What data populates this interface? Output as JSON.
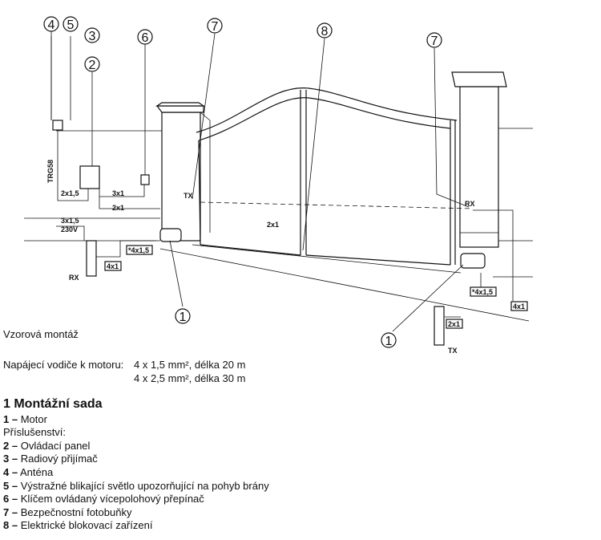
{
  "diagram": {
    "callouts": [
      "4",
      "5",
      "3",
      "2",
      "6",
      "7",
      "8",
      "7",
      "1",
      "1"
    ],
    "labels": {
      "trg58": "TRG58",
      "c2x15": "2x1,5",
      "c3x1": "3x1",
      "c2x1a": "2x1",
      "c3x15": "3x1,5",
      "v230": "230V",
      "tx_left": "TX",
      "rx_left": "RX",
      "c4x15_left": "*4x1,5",
      "c4x1_left": "4x1",
      "c2x1b": "2x1",
      "rx_right": "RX",
      "c4x15_right": "*4x1,5",
      "c4x1_right": "4x1",
      "c2x1c": "2x1",
      "tx_right": "TX"
    }
  },
  "caption": "Vzorová montáž",
  "power": {
    "label": "Napájecí vodiče k motoru:",
    "lines": [
      "4 x 1,5 mm², délka 20 m",
      "4 x 2,5 mm², délka 30 m"
    ]
  },
  "kit": {
    "title": "1 Montážní sada",
    "items": [
      {
        "num": "1 –",
        "text": "Motor"
      },
      {
        "num": "",
        "text": "Příslušenství:"
      },
      {
        "num": "2 –",
        "text": "Ovládací panel"
      },
      {
        "num": "3 –",
        "text": "Radiový přijímač"
      },
      {
        "num": "4 –",
        "text": "Anténa"
      },
      {
        "num": "5 –",
        "text": "Výstražné blikající světlo upozorňující na pohyb brány"
      },
      {
        "num": "6 –",
        "text": "Klíčem ovládaný vícepolohový přepínač"
      },
      {
        "num": "7 –",
        "text": "Bezpečnostní fotobuňky"
      },
      {
        "num": "8 –",
        "text": "Elektrické blokovací zařízení"
      }
    ]
  }
}
